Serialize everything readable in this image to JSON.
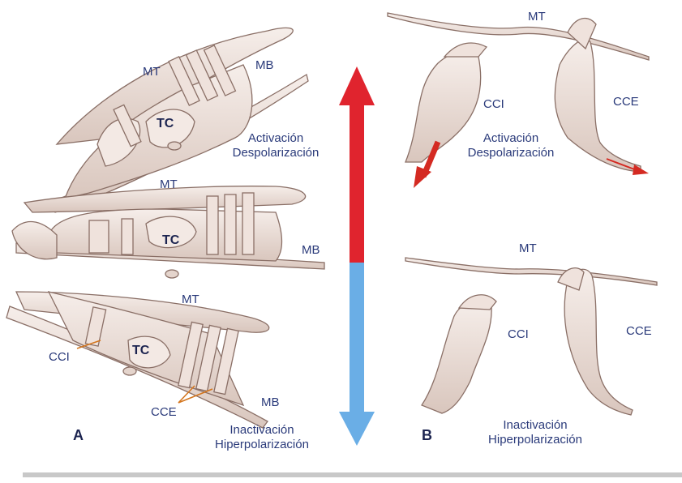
{
  "panels": {
    "a": "A",
    "b": "B"
  },
  "panel_a": {
    "top": {
      "mt": "MT",
      "mb": "MB",
      "tc": "TC"
    },
    "middle": {
      "mt": "MT",
      "mb": "MB",
      "tc": "TC"
    },
    "bottom": {
      "mt": "MT",
      "mb": "MB",
      "tc": "TC",
      "cci": "CCI",
      "cce": "CCE"
    },
    "activation_line1": "Activación",
    "activation_line2": "Despolarización",
    "inactivation_line1": "Inactivación",
    "inactivation_line2": "Hiperpolarización"
  },
  "panel_b": {
    "top": {
      "mt": "MT",
      "cci": "CCI",
      "cce": "CCE",
      "line1": "Activación",
      "line2": "Despolarización"
    },
    "bottom": {
      "mt": "MT",
      "cci": "CCI",
      "cce": "CCE",
      "line1": "Inactivación",
      "line2": "Hiperpolarización"
    }
  },
  "colors": {
    "activation_arrow": "#e0242e",
    "inactivation_arrow": "#6aaee6",
    "tissue_fill": "#e9dcd6",
    "tissue_stroke": "#8a6f66",
    "label_text": "#2a3a7a",
    "inner_arrow": "#d42a22"
  }
}
